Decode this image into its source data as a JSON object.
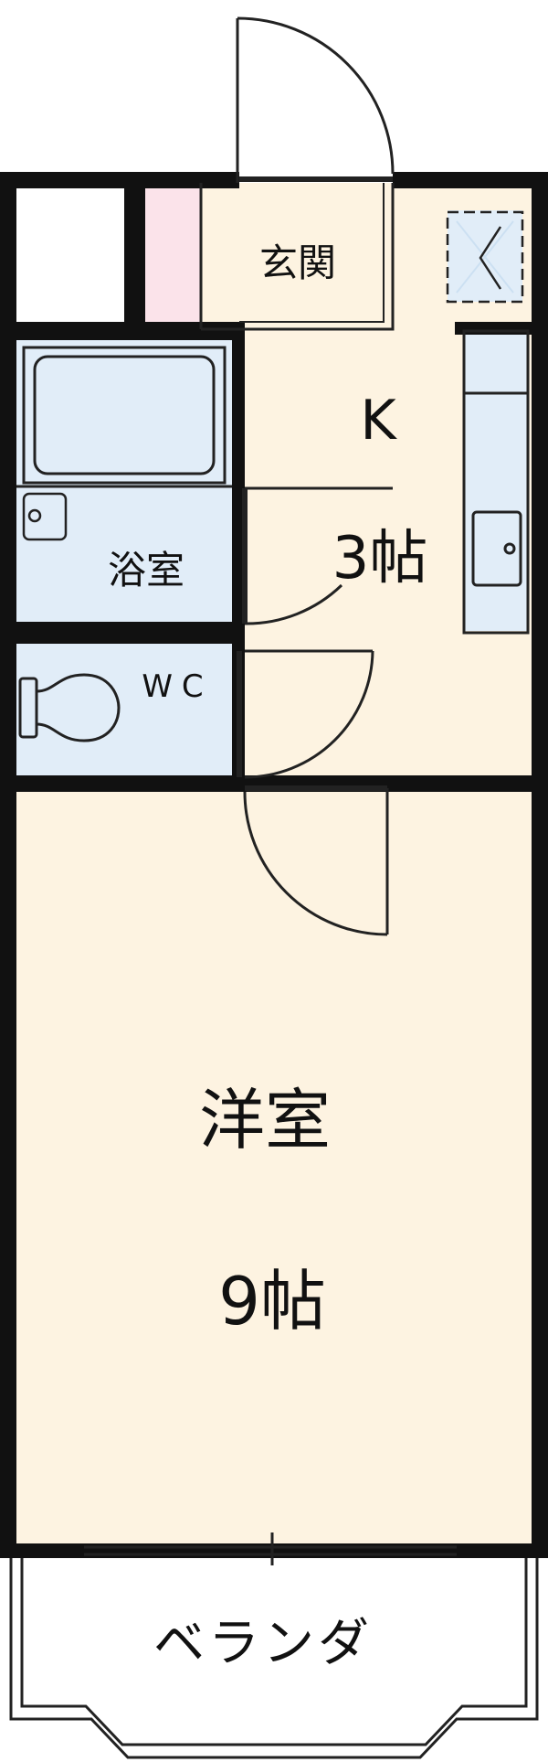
{
  "colors": {
    "floor": "#fdf3e1",
    "wet_area": "#e1edf8",
    "closet_accent": "#fbe3ea",
    "shoe_box": "#e1edf8",
    "wall": "#111111",
    "outline": "#222222"
  },
  "rooms": {
    "entrance": "玄関",
    "kitchen_letter": "K",
    "kitchen_size": "3帖",
    "bath": "浴室",
    "toilet": "WC",
    "western_room": "洋室",
    "western_room_size": "9帖",
    "balcony": "ベランダ"
  }
}
